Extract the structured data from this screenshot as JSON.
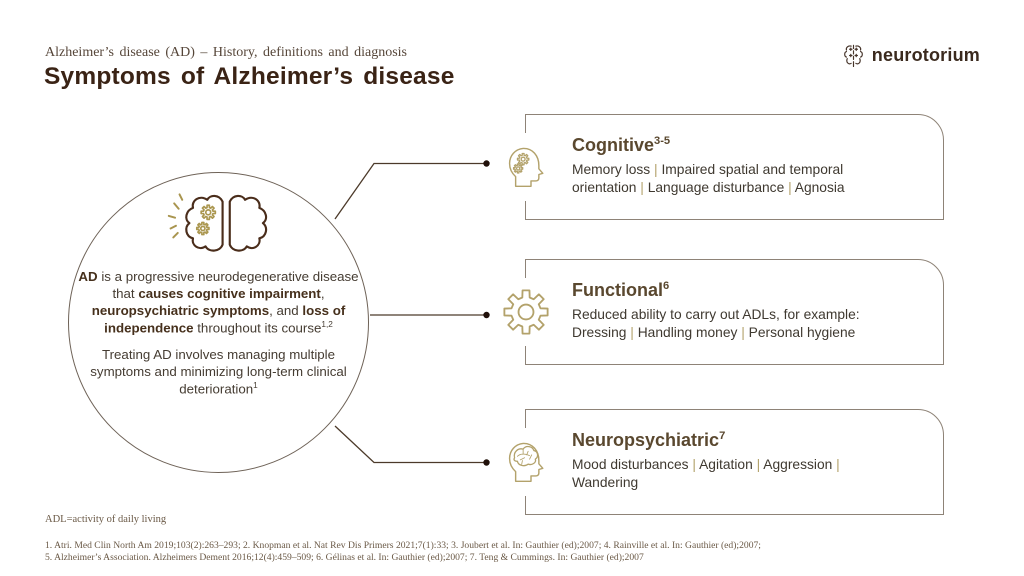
{
  "colors": {
    "accent_gold": "#b3a26b",
    "icon_gold": "#ab9750",
    "title_brown": "#3a2315",
    "heading_brown": "#5a482f",
    "connector_brown": "#4c3a2a",
    "box_border": "#8e8377",
    "brain_outline": "#4a2d1b"
  },
  "header": {
    "eyebrow": "Alzheimer’s disease (AD) – History, definitions and diagnosis",
    "title": "Symptoms of Alzheimer’s disease",
    "logo": {
      "text": "neurotorium",
      "icon": "neurotorium-brain-logo-icon"
    }
  },
  "diagram": {
    "circle": {
      "icon": "brain-with-gears-icon",
      "para1": {
        "s1": "AD",
        "s2": " is a progressive neurodegenerative disease that ",
        "s3": "causes cognitive impairment",
        "s4": ", ",
        "s5": "neuropsychiatric symptoms",
        "s6": ", and ",
        "s7": "loss of independence",
        "s8": " throughout its course",
        "sup": "1,2"
      },
      "para2": {
        "text": "Treating AD involves managing multiple symptoms and minimizing long-term clinical deterioration",
        "sup": "1"
      }
    },
    "boxes": [
      {
        "title": "Cognitive",
        "sup": "3-5",
        "icon": "head-with-gears-icon",
        "body": [
          "Memory loss | Impaired spatial and temporal",
          "orientation | Language disturbance | Agnosia"
        ]
      },
      {
        "title": "Functional",
        "sup": "6",
        "icon": "gear-icon",
        "body": [
          "Reduced ability to carry out ADLs, for example:",
          "Dressing | Handling money | Personal hygiene"
        ]
      },
      {
        "title": "Neuropsychiatric",
        "sup": "7",
        "icon": "head-with-brain-icon",
        "body": [
          "Mood disturbances | Agitation | Aggression |",
          "Wandering"
        ]
      }
    ]
  },
  "footer": {
    "abbreviation": "ADL=activity of daily living",
    "references": [
      "1. Atri. Med Clin North Am 2019;103(2):263–293; 2. Knopman et al. Nat Rev Dis Primers 2021;7(1):33; 3. Joubert et al. In: Gauthier (ed);2007; 4. Rainville et al. In: Gauthier (ed);2007;",
      "5. Alzheimer’s Association. Alzheimers Dement 2016;12(4):459–509; 6. Gélinas et al. In: Gauthier (ed);2007; 7. Teng & Cummings. In: Gauthier (ed);2007"
    ]
  }
}
